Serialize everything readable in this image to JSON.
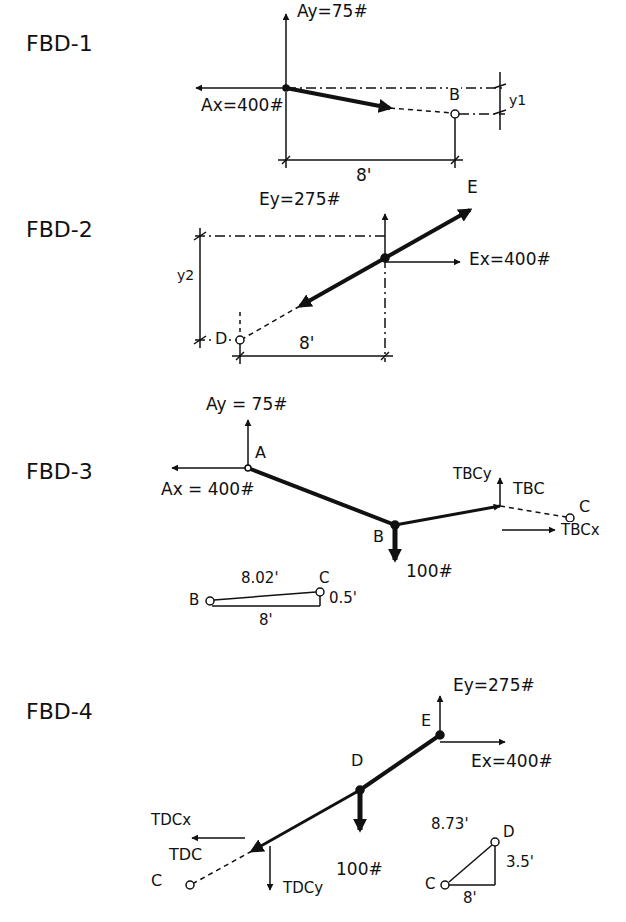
{
  "diagram": {
    "labels": [
      "FBD-1",
      "Ay=75#",
      "Ax=400#",
      "B",
      "y1",
      "8'",
      "FBD-2",
      "Ey=275#",
      "E",
      "Ex=400#",
      "y2",
      "D",
      "8'",
      "FBD-3",
      "Ay = 75#",
      "A",
      "Ax = 400#",
      "TBCy",
      "TBC",
      "C",
      "B",
      "TBCx",
      "100#",
      "B",
      "8.02'",
      "C",
      "0.5'",
      "8'",
      "FBD-4",
      "Ey=275#",
      "E",
      "Ex=400#",
      "TDCx",
      "D",
      "TDC",
      "C",
      "TDCy",
      "100#",
      "8.73'",
      "D",
      "3.5'",
      "C",
      "8'"
    ]
  }
}
